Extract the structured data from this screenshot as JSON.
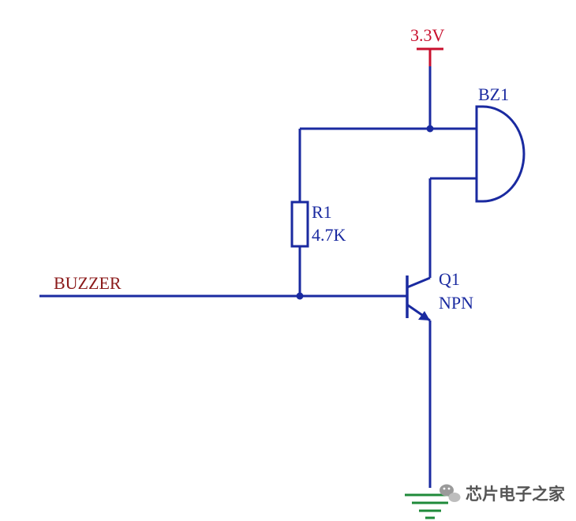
{
  "power": {
    "label": "3.3V",
    "color": "#c8102e"
  },
  "buzzer": {
    "designator": "BZ1"
  },
  "resistor": {
    "designator": "R1",
    "value": "4.7K"
  },
  "transistor": {
    "designator": "Q1",
    "type": "NPN"
  },
  "net": {
    "label": "BUZZER",
    "label_color": "#8b1a1a"
  },
  "colors": {
    "wire": "#1a2aa0",
    "text": "#1a2aa0",
    "ground": "#1f8a3a"
  },
  "watermark": {
    "text": "芯片电子之家",
    "icon": "wechat-icon"
  }
}
